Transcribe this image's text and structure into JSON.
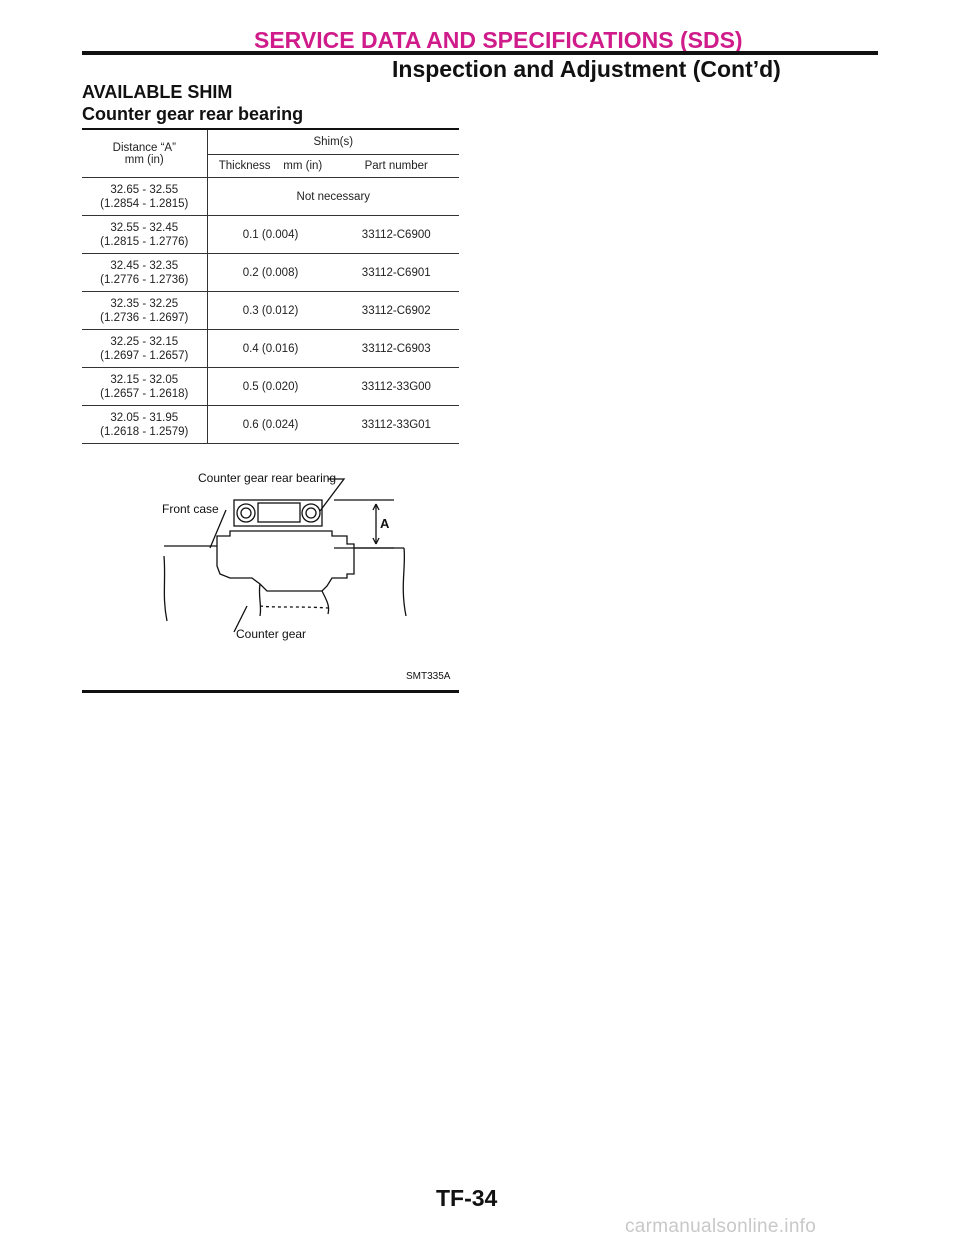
{
  "header": {
    "category": "SERVICE DATA AND SPECIFICATIONS (SDS)",
    "subtitle": "Inspection and Adjustment (Cont’d)"
  },
  "section": {
    "title": "AVAILABLE SHIM",
    "subtitle": "Counter gear rear bearing"
  },
  "table": {
    "col1_header_line1": "Distance “A”",
    "col1_header_line2": "mm (in)",
    "group_header": "Shim(s)",
    "col2_header": "Thickness    mm (in)",
    "col3_header": "Part number",
    "rows": [
      {
        "distance_mm": "32.65 - 32.55",
        "distance_in": "(1.2854 - 1.2815)",
        "merged": "Not necessary"
      },
      {
        "distance_mm": "32.55 - 32.45",
        "distance_in": "(1.2815 - 1.2776)",
        "thickness": "0.1 (0.004)",
        "part": "33112-C6900"
      },
      {
        "distance_mm": "32.45 - 32.35",
        "distance_in": "(1.2776 - 1.2736)",
        "thickness": "0.2 (0.008)",
        "part": "33112-C6901"
      },
      {
        "distance_mm": "32.35 - 32.25",
        "distance_in": "(1.2736 - 1.2697)",
        "thickness": "0.3 (0.012)",
        "part": "33112-C6902"
      },
      {
        "distance_mm": "32.25 - 32.15",
        "distance_in": "(1.2697 - 1.2657)",
        "thickness": "0.4 (0.016)",
        "part": "33112-C6903"
      },
      {
        "distance_mm": "32.15 - 32.05",
        "distance_in": "(1.2657 - 1.2618)",
        "thickness": "0.5 (0.020)",
        "part": "33112-33G00"
      },
      {
        "distance_mm": "32.05 - 31.95",
        "distance_in": "(1.2618 - 1.2579)",
        "thickness": "0.6 (0.024)",
        "part": "33112-33G01"
      }
    ]
  },
  "figure": {
    "label_bearing": "Counter gear rear bearing",
    "label_case": "Front case",
    "label_distance": "A",
    "label_gear": "Counter gear",
    "code": "SMT335A"
  },
  "page_number": "TF-34",
  "watermark": "carmanualsonline.info"
}
